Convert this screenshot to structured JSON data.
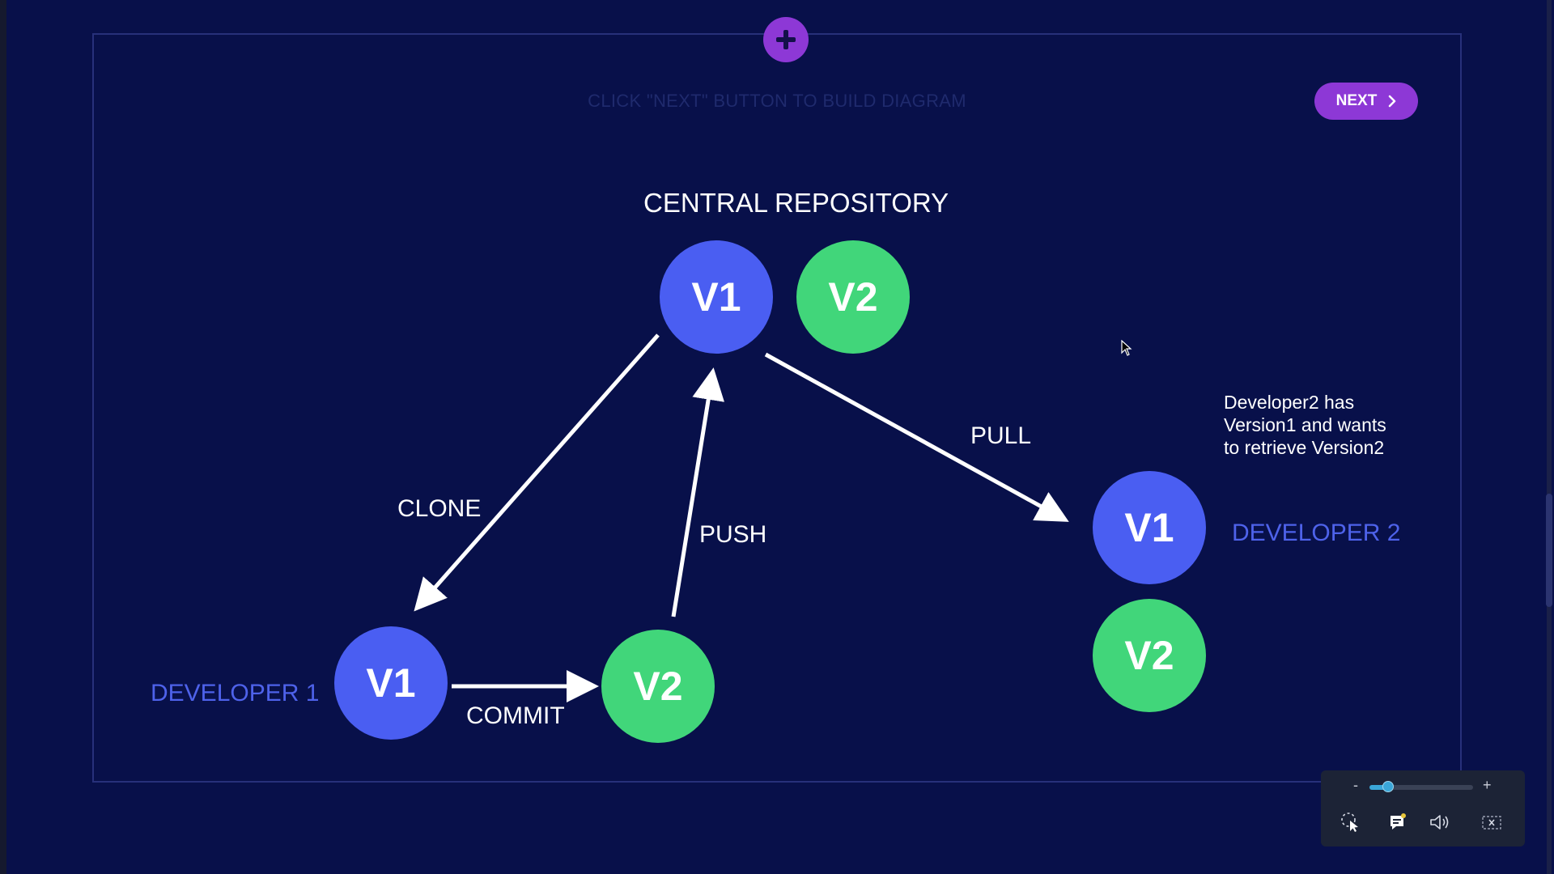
{
  "header": {
    "add_button_icon": "plus-icon",
    "instruction": "CLICK \"NEXT\" BUTTON TO BUILD DIAGRAM",
    "next_label": "NEXT",
    "next_icon": "chevron-right-icon"
  },
  "diagram": {
    "title": "CENTRAL REPOSITORY",
    "central_v1": "V1",
    "central_v2": "V2",
    "dev1_label": "DEVELOPER 1",
    "dev1_v1": "V1",
    "dev1_v2": "V2",
    "dev2_label": "DEVELOPER 2",
    "dev2_v1": "V1",
    "dev2_v2": "V2",
    "clone": "CLONE",
    "push": "PUSH",
    "pull": "PULL",
    "commit": "COMMIT",
    "note_lines": [
      "Developer2 has",
      "Version1 and wants",
      "to retrieve Version2"
    ]
  },
  "colors": {
    "background": "#08104a",
    "v1": "#4a5ef2",
    "v2": "#41d67a",
    "accent": "#8d38d6",
    "developer_label": "#4e62ea"
  },
  "toolbar": {
    "zoom_minus": "-",
    "zoom_plus": "+",
    "zoom_level": 0.18,
    "icons": [
      "pointer-icon",
      "captions-icon",
      "volume-icon",
      "close-icon"
    ]
  }
}
